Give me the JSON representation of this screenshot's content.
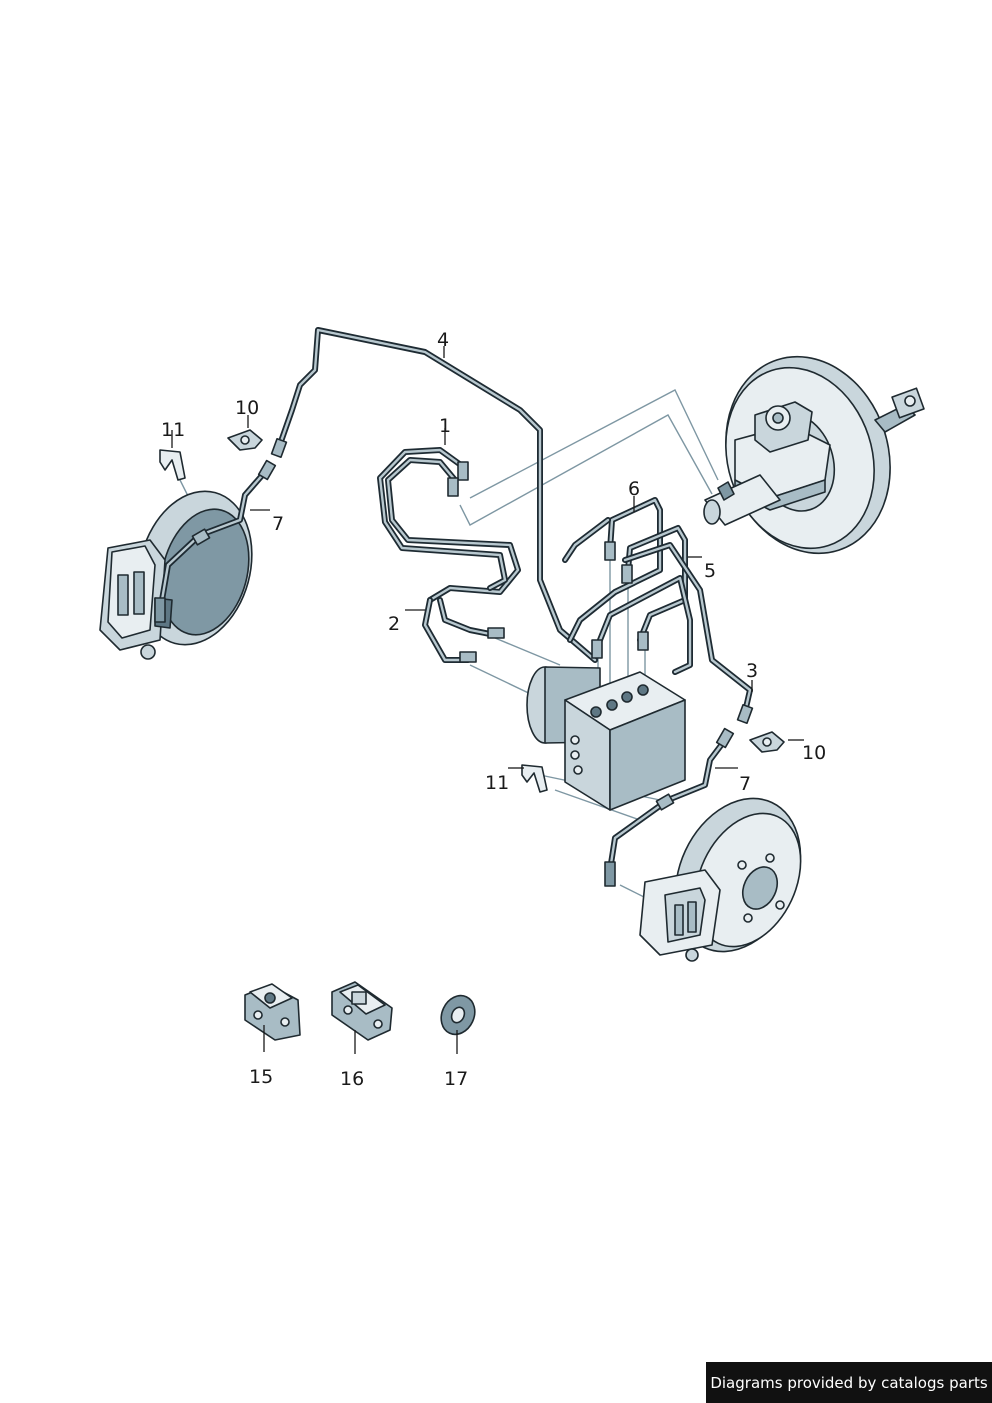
{
  "callouts": {
    "c1": "1",
    "c2": "2",
    "c3": "3",
    "c4": "4",
    "c5": "5",
    "c6": "6",
    "c7a": "7",
    "c7b": "7",
    "c10a": "10",
    "c10b": "10",
    "c11a": "11",
    "c11b": "11",
    "c15": "15",
    "c16": "16",
    "c17": "17"
  },
  "footer": {
    "credit": "Diagrams provided by catalogs parts"
  },
  "colors": {
    "line": "#1e2b33",
    "part_light": "#e8eef1",
    "part_mid": "#a8bcc5",
    "part_dark": "#5e7784",
    "footer_bg": "#111111"
  }
}
